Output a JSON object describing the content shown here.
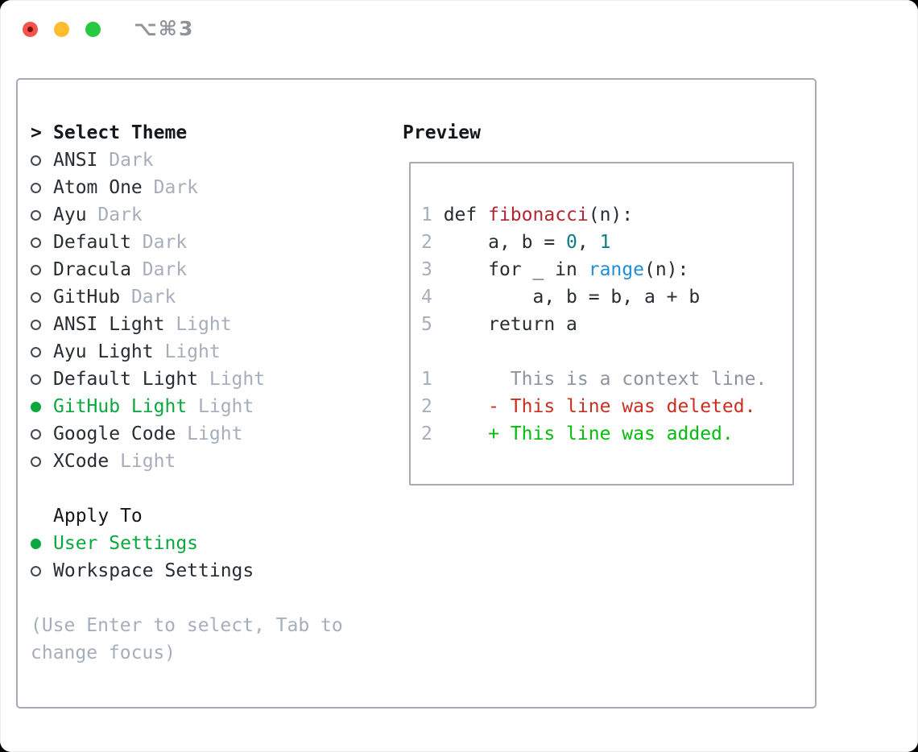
{
  "window": {
    "title": "⌥⌘3",
    "traffic_lights": [
      {
        "name": "close",
        "color": "#f4544d",
        "modified_dot": true
      },
      {
        "name": "minimize",
        "color": "#febc30"
      },
      {
        "name": "zoom",
        "color": "#28c840"
      }
    ]
  },
  "colors": {
    "text": "#272d33",
    "muted": "#a6aebb",
    "border": "#a5abb5",
    "accent_green": "#0aa83c",
    "diff_added": "#02bd0c",
    "diff_deleted": "#cb2e20",
    "syntax_function_red": "#b12734",
    "syntax_builtin_blue": "#208fd6",
    "syntax_number_teal": "#0e7c86",
    "context_gray": "#8d949c"
  },
  "theme_panel": {
    "header_prefix": ">",
    "header": "Select Theme",
    "items": [
      {
        "name": "ANSI",
        "variant": "Dark",
        "selected": false
      },
      {
        "name": "Atom One",
        "variant": "Dark",
        "selected": false
      },
      {
        "name": "Ayu",
        "variant": "Dark",
        "selected": false
      },
      {
        "name": "Default",
        "variant": "Dark",
        "selected": false
      },
      {
        "name": "Dracula",
        "variant": "Dark",
        "selected": false
      },
      {
        "name": "GitHub",
        "variant": "Dark",
        "selected": false
      },
      {
        "name": "ANSI Light",
        "variant": "Light",
        "selected": false
      },
      {
        "name": "Ayu Light",
        "variant": "Light",
        "selected": false
      },
      {
        "name": "Default Light",
        "variant": "Light",
        "selected": false
      },
      {
        "name": "GitHub Light",
        "variant": "Light",
        "selected": true
      },
      {
        "name": "Google Code",
        "variant": "Light",
        "selected": false
      },
      {
        "name": "XCode",
        "variant": "Light",
        "selected": false
      }
    ],
    "apply_to": {
      "header": "Apply To",
      "options": [
        {
          "label": "User Settings",
          "selected": true
        },
        {
          "label": "Workspace Settings",
          "selected": false
        }
      ]
    },
    "hint": "(Use Enter to select, Tab to change focus)"
  },
  "preview": {
    "header": "Preview",
    "code_lines": [
      {
        "num": "1",
        "segments": [
          {
            "t": " def ",
            "c": "fg"
          },
          {
            "t": "fibonacci",
            "c": "red"
          },
          {
            "t": "(n):",
            "c": "fg"
          }
        ]
      },
      {
        "num": "2",
        "segments": [
          {
            "t": "     a, b = ",
            "c": "fg"
          },
          {
            "t": "0",
            "c": "teal"
          },
          {
            "t": ", ",
            "c": "fg"
          },
          {
            "t": "1",
            "c": "teal"
          }
        ]
      },
      {
        "num": "3",
        "segments": [
          {
            "t": "     for _ in ",
            "c": "fg"
          },
          {
            "t": "range",
            "c": "blue"
          },
          {
            "t": "(n):",
            "c": "fg"
          }
        ]
      },
      {
        "num": "4",
        "segments": [
          {
            "t": "         a, b = b, a + b",
            "c": "fg"
          }
        ]
      },
      {
        "num": "5",
        "segments": [
          {
            "t": "     return a",
            "c": "fg"
          }
        ]
      },
      {
        "blank": true
      },
      {
        "num": "1",
        "segments": [
          {
            "t": "       This is a context line.",
            "c": "ctx"
          }
        ]
      },
      {
        "num": "2",
        "segments": [
          {
            "t": "     - This line was deleted.",
            "c": "del"
          }
        ]
      },
      {
        "num": "2",
        "segments": [
          {
            "t": "     + This line was added.",
            "c": "add"
          }
        ]
      }
    ]
  }
}
